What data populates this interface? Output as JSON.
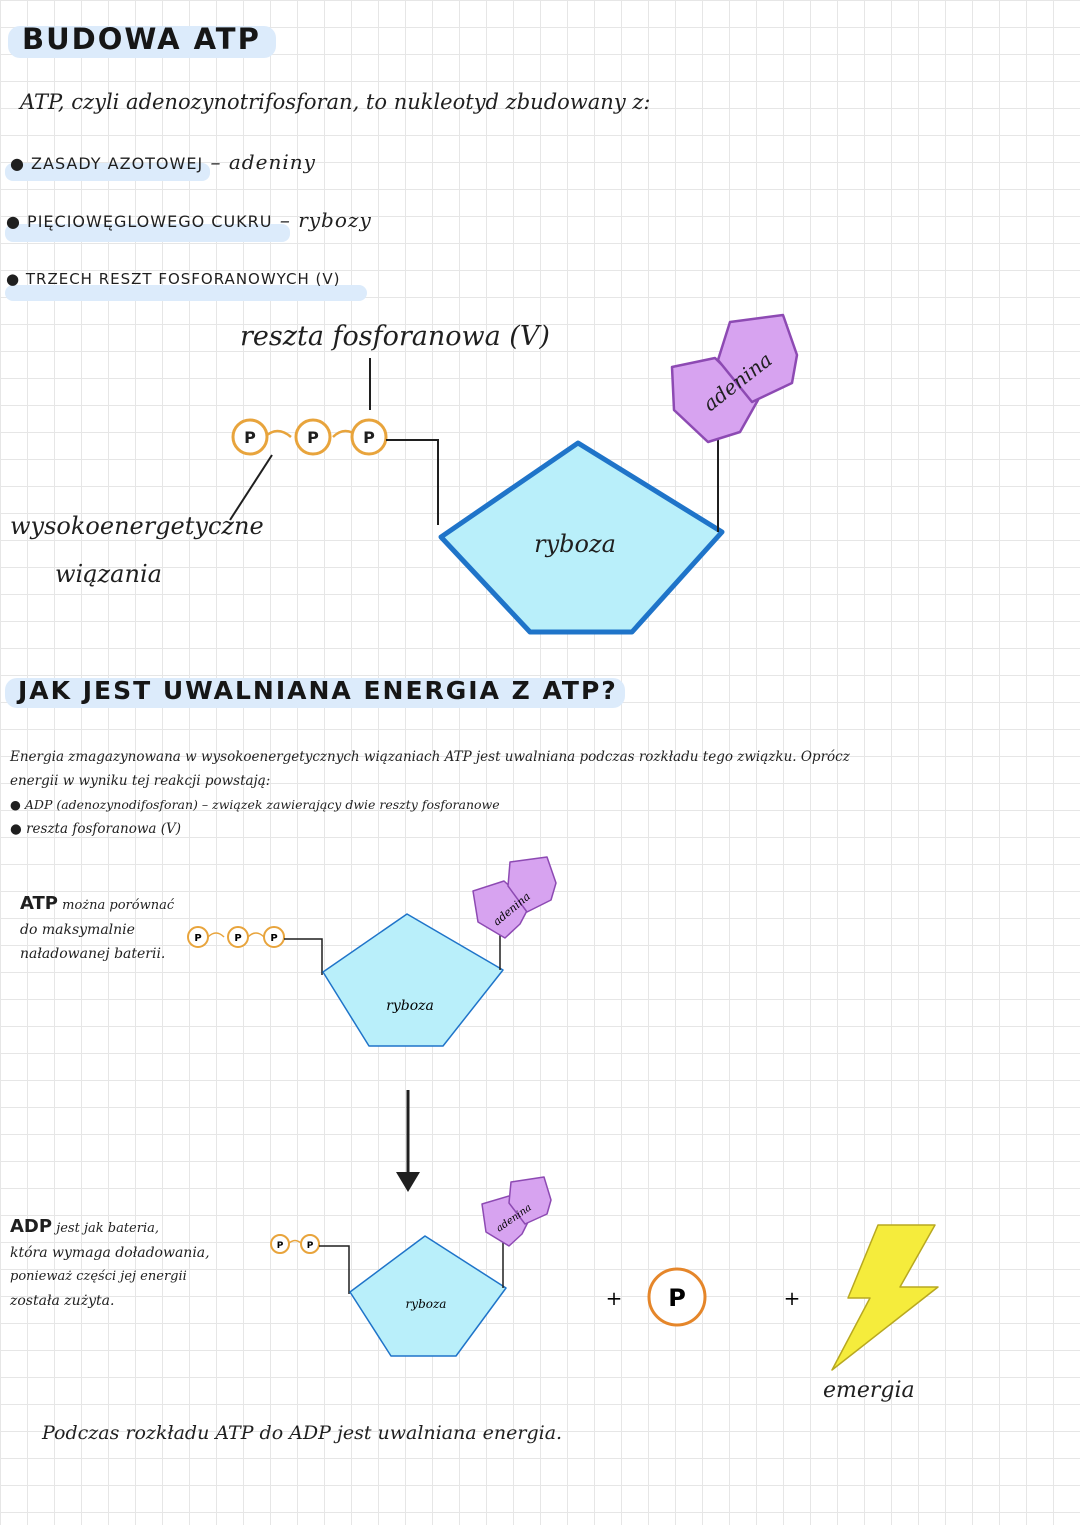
{
  "section1": {
    "title": "BUDOWA ATP",
    "intro": "ATP, czyli adenozynotrifosforan, to nukleotyd zbudowany z:",
    "bullets": [
      {
        "caps": "ZASADY AZOTOWEJ",
        "rest": " – adeniny"
      },
      {
        "caps": "PIĘCIOWĘGLOWEGO CUKRU",
        "rest": " – rybozy"
      },
      {
        "caps": "TRZECH RESZT FOSFORANOWYCH (V)",
        "rest": ""
      }
    ]
  },
  "diagram1": {
    "label_phosphate": "reszta fosforanowa (V)",
    "label_bonds_line1": "wysokoenergetyczne",
    "label_bonds_line2": "wiązania",
    "phosphate_symbol": "P",
    "sugar_label": "ryboza",
    "base_label": "adenina"
  },
  "section2": {
    "title": "JAK JEST UWALNIANA ENERGIA Z ATP?",
    "paragraph_line1": "Energia zmagazynowana w wysokoenergetycznych wiązaniach ATP jest uwalniana podczas rozkładu tego związku. Oprócz",
    "paragraph_line2": "energii w wyniku tej reakcji powstają:",
    "bullet1": "ADP (adenozynodifosforan) – związek zawierający dwie reszty fosforanowe",
    "bullet2": "reszta fosforanowa (V)"
  },
  "atp_compare": {
    "bold": "ATP",
    "line1_rest": " można porównać",
    "line2": "do maksymalnie",
    "line3": "naładowanej baterii."
  },
  "adp_compare": {
    "bold": "ADP",
    "line1_rest": " jest jak bateria,",
    "line2": "która wymaga doładowania,",
    "line3": "ponieważ części jej energii",
    "line4": "została zużyta."
  },
  "reaction": {
    "plus": "+",
    "energy_label": "emergia",
    "summary": "Podczas rozkładu ATP do ADP jest uwalniana energia."
  },
  "colors": {
    "ribose_fill": "#b9effa",
    "ribose_stroke": "#1f74c9",
    "adenine_fill": "#d7a3f0",
    "adenine_stroke": "#8d4ab3",
    "phosphate_stroke": "#e8a43c",
    "phosphate_free_stroke": "#e5862a",
    "lightning_fill": "#f5ec3c",
    "highlight": "#dcebfb"
  }
}
